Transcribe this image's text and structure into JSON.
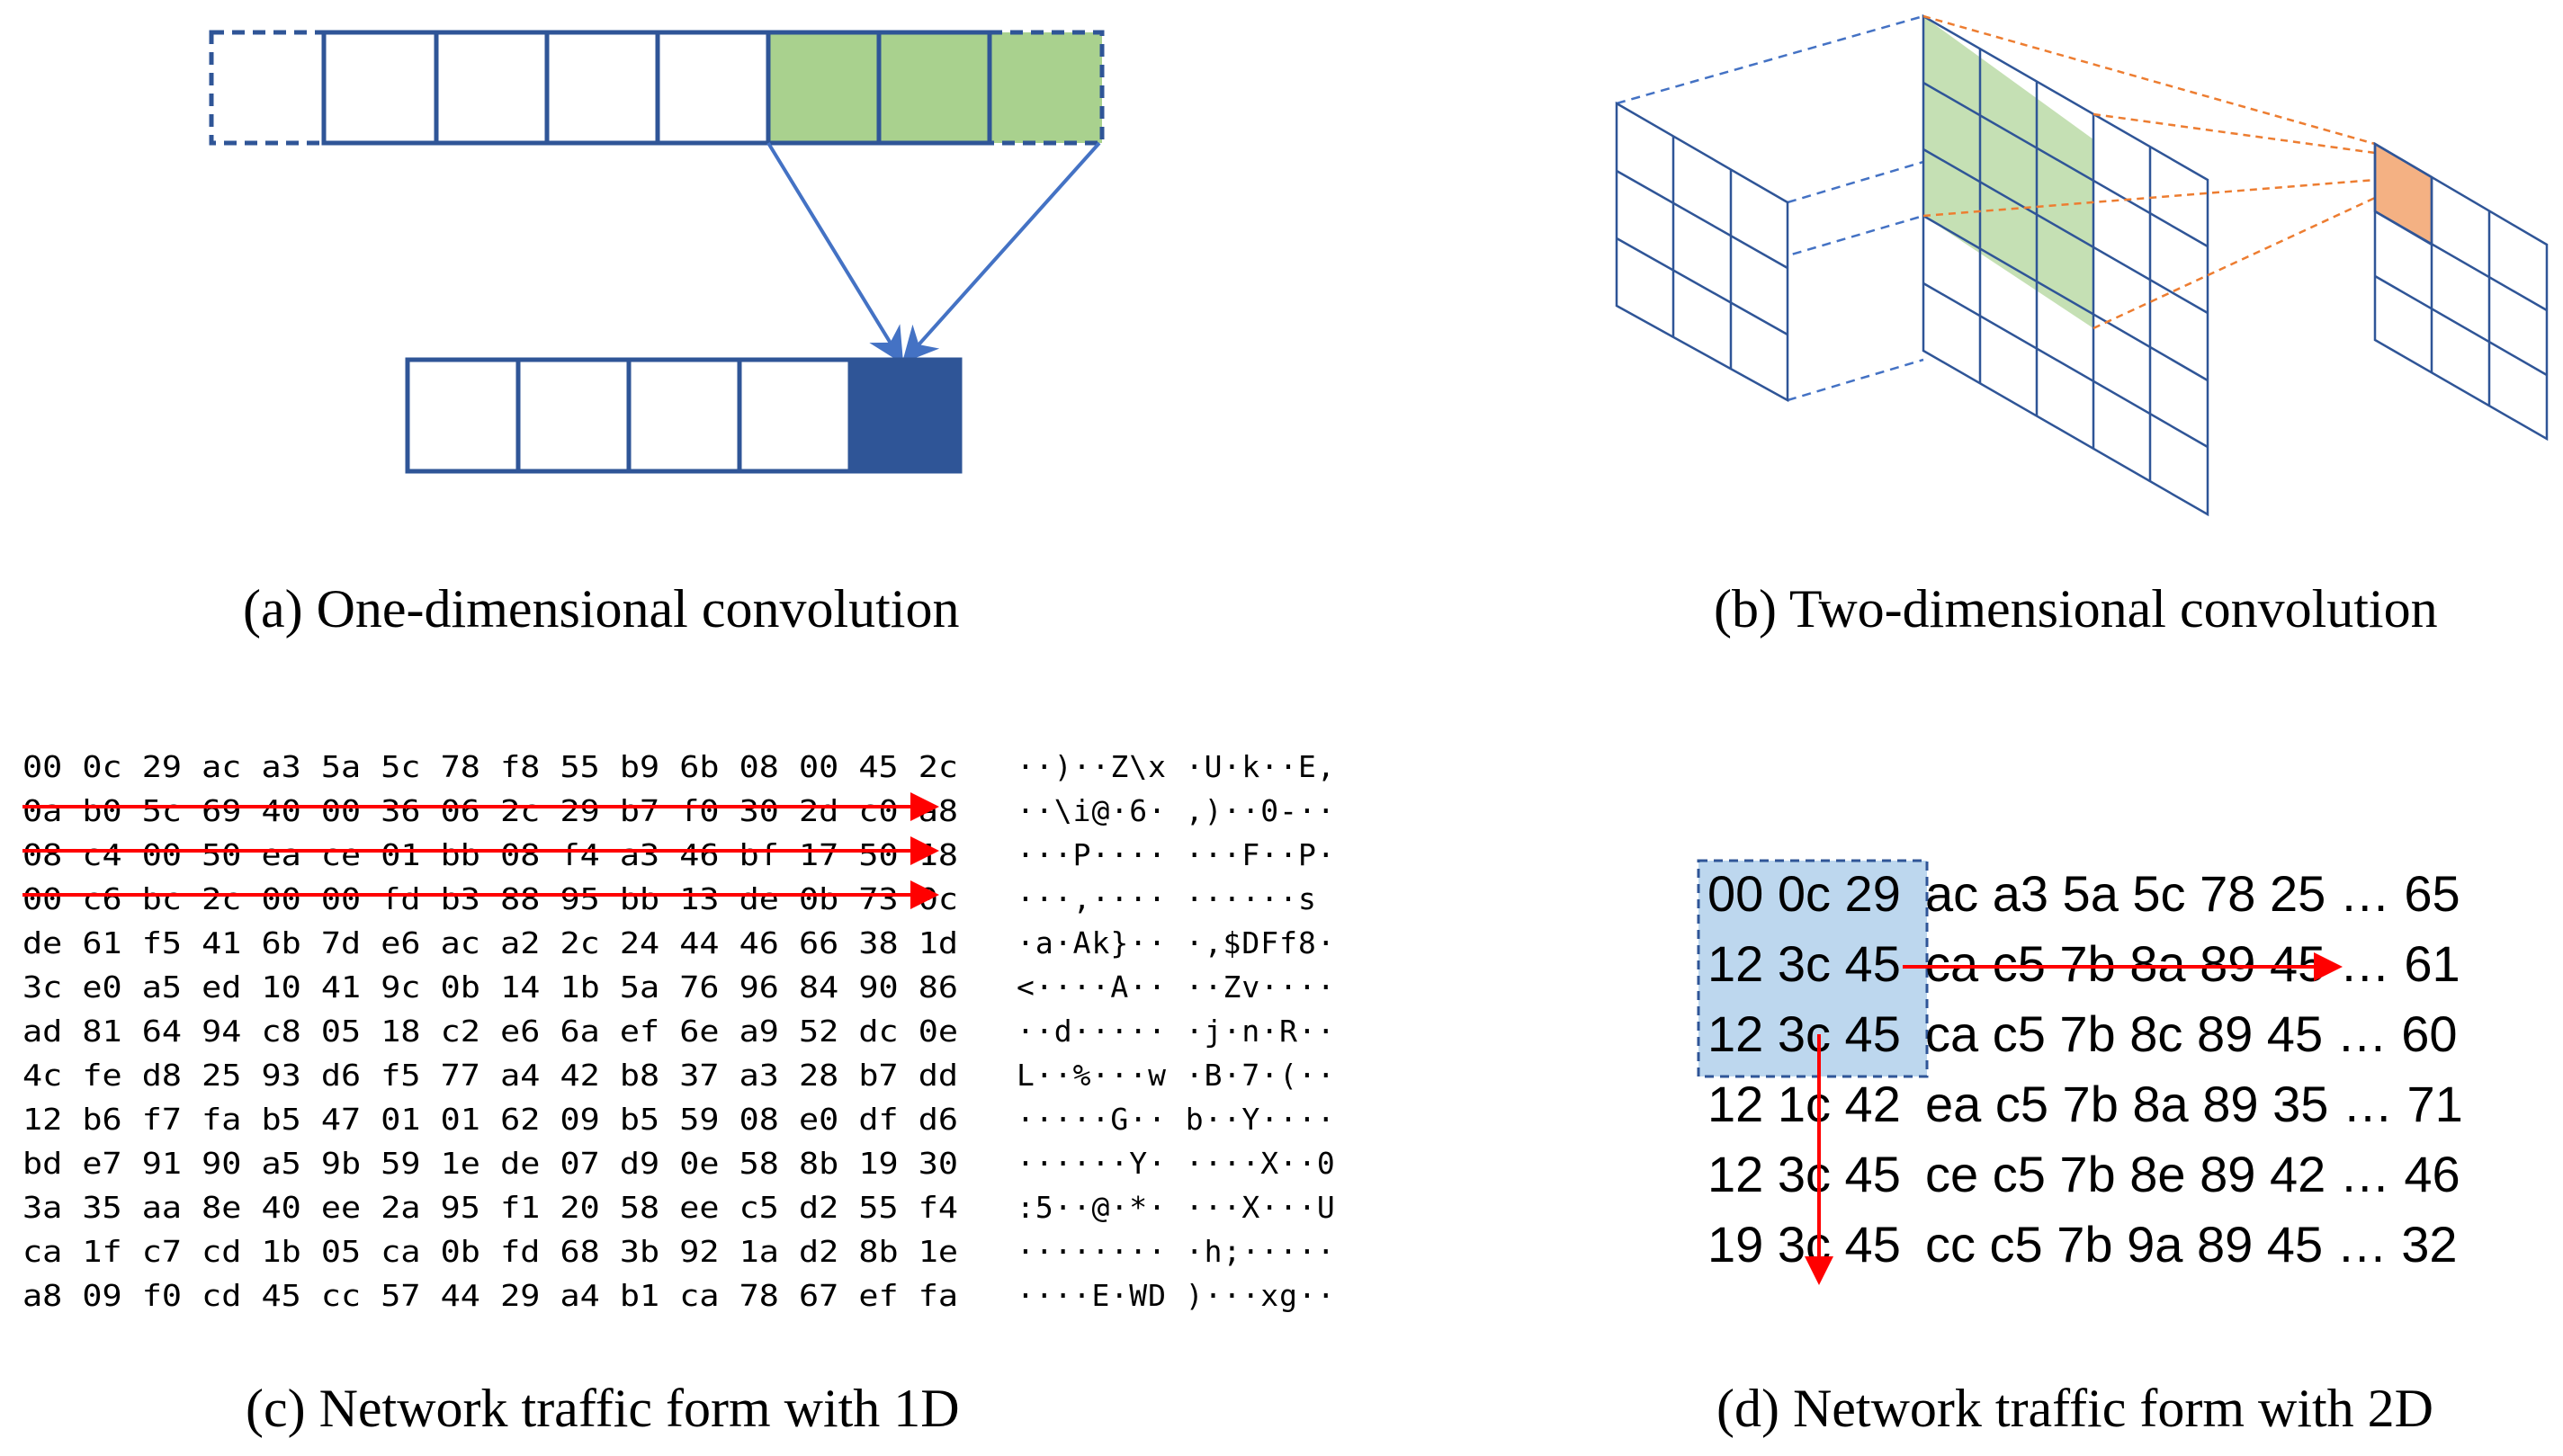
{
  "colors": {
    "cell_border": "#2f5597",
    "cell_filled": "#2f5597",
    "kernel_green": "#a9d18e",
    "kernel_green_light": "#c5e0b4",
    "orange": "#f4b183",
    "orange_line": "#ed7d31",
    "arrow_blue": "#4472c4",
    "red": "#ff0000",
    "highlight_box": "#bdd7ee",
    "highlight_text": "#5b6f86"
  },
  "captions": {
    "a": "(a) One-dimensional convolution",
    "b": "(b) Two-dimensional convolution",
    "c": "(c) Network traffic form with 1D",
    "d": "(d) Network traffic form with 2D"
  },
  "hex_1d": [
    "00 0c 29 ac a3 5a 5c 78  f8 55 b9 6b 08 00 45 2c",
    "0a b0 5c 69 40 00 36 06  2c 29 b7 f0 30 2d c0 a8",
    "08 c4 00 50 ea ce 01 bb  08 f4 a3 46 bf 17 50 18",
    "00 c6 bc 2c 00 00 fd b3  88 95 bb 13 de 0b 73 0c",
    "de 61 f5 41 6b 7d e6 ac  a2 2c 24 44 46 66 38 1d",
    "3c e0 a5 ed 10 41 9c 0b  14 1b 5a 76 96 84 90 86",
    "ad 81 64 94 c8 05 18 c2  e6 6a ef 6e a9 52 dc 0e",
    "4c fe d8 25 93 d6 f5 77  a4 42 b8 37 a3 28 b7 dd",
    "12 b6 f7 fa b5 47 01 01  62 09 b5 59 08 e0 df d6",
    "bd e7 91 90 a5 9b 59 1e  de 07 d9 0e 58 8b 19 30",
    "3a 35 aa 8e 40 ee 2a 95  f1 20 58 ee c5 d2 55 f4",
    "ca 1f c7 cd 1b 05 ca 0b  fd 68 3b 92 1a d2 8b 1e",
    "a8 09 f0 cd 45 cc 57 44  29 a4 b1 ca 78 67 ef fa"
  ],
  "ascii_1d": [
    "··)··Z\\x ·U·k··E,",
    "··\\i@·6· ,)··0-··",
    "···P····  ···F··P·",
    "···,····  ······s",
    "·a·Ak}··  ·,$DFf8·",
    "<····A··  ··Zv····",
    "··d·····  ·j·n·R··",
    "L··%···w  ·B·7·(··",
    "·····G··  b··Y····",
    "······Y·  ····X··0",
    ":5··@·*·  ···X···U",
    "········  ·h;·····",
    "····E·WD  )···xg··"
  ],
  "grid_2d": [
    {
      "head": "00 0c 29",
      "tail": "ac a3 5a 5c 78 25 … 65"
    },
    {
      "head": "12 3c 45",
      "tail": "ca c5 7b 8a 89 45 … 61"
    },
    {
      "head": "12 3c 45",
      "tail": "ca c5 7b 8c 89 45 … 60"
    },
    {
      "head": "12 1c 42",
      "tail": "ea c5 7b 8a 89 35 … 71"
    },
    {
      "head": "12 3c 45",
      "tail": "ce c5 7b 8e 89 42 … 46"
    },
    {
      "head": "19 3c 45",
      "tail": "cc c5 7b 9a 89 45 … 32"
    }
  ]
}
